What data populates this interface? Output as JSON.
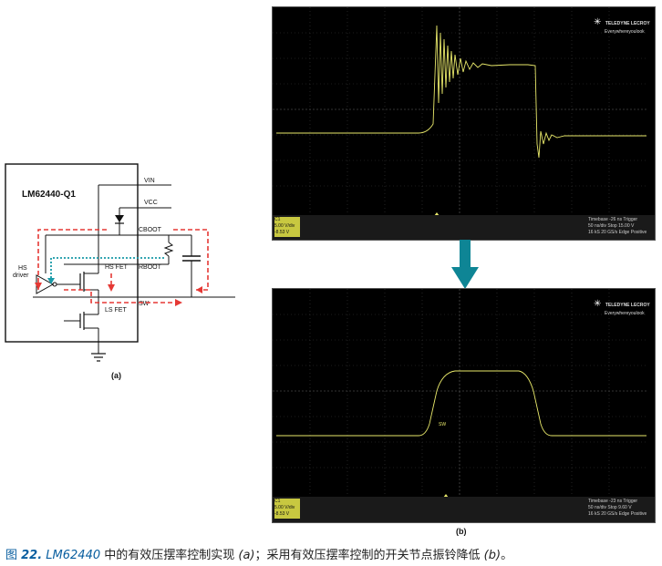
{
  "schematic": {
    "chip_name": "LM62440-Q1",
    "pins": {
      "vin": "VIN",
      "vcc": "VCC",
      "cboot": "CBOOT",
      "rboot": "RBOOT",
      "sw": "SW"
    },
    "labels": {
      "hs_fet": "HS FET",
      "ls_fet": "LS FET",
      "hs_driver_line1": "HS",
      "hs_driver_line2": "driver"
    },
    "sublabel": "(a)",
    "colors": {
      "red_path": "#e53935",
      "teal_path": "#1a9aa8"
    }
  },
  "scope_top": {
    "brand_line1": "TELEDYNE LECROY",
    "brand_line2": "Everywhereyoulook",
    "channel": "C1",
    "channel_scale": "5.00 V/div",
    "channel_offset": "-8.53 V",
    "timebase_label": "Timebase",
    "timebase_value": "-26 ns",
    "timebase_div": "50 ns/div",
    "sample_points": "16 kS",
    "sample_rate": "20 GS/s",
    "trigger_label": "Trigger",
    "trigger_value": "15.00 V",
    "trigger_mode": "Stop",
    "trigger_type": "Edge",
    "trigger_slope": "Positive"
  },
  "scope_bottom": {
    "brand_line1": "TELEDYNE LECROY",
    "brand_line2": "Everywhereyoulook",
    "channel": "C1",
    "channel_scale": "5.00 V/div",
    "channel_offset": "-8.53 V",
    "timebase_label": "Timebase",
    "timebase_value": "-23 ns",
    "timebase_div": "50 ns/div",
    "sample_points": "16 kS",
    "sample_rate": "20 GS/s",
    "trigger_label": "Trigger",
    "trigger_value": "9.60 V",
    "trigger_mode": "Stop",
    "trigger_type": "Edge",
    "trigger_slope": "Positive",
    "trace_label": "SW",
    "sublabel": "(b)"
  },
  "arrow_color": "#0e8595",
  "trace_color": "#e8e86a",
  "caption": {
    "fig_prefix": "图 ",
    "fig_number": "22.",
    "part1": " LM62440",
    "part2": " 中的有效压摆率控制实现 ",
    "part3": "(a)",
    "part4": "；采用有效压摆率控制的开关节点振铃降低 ",
    "part5": "(b)",
    "part6": "。"
  }
}
